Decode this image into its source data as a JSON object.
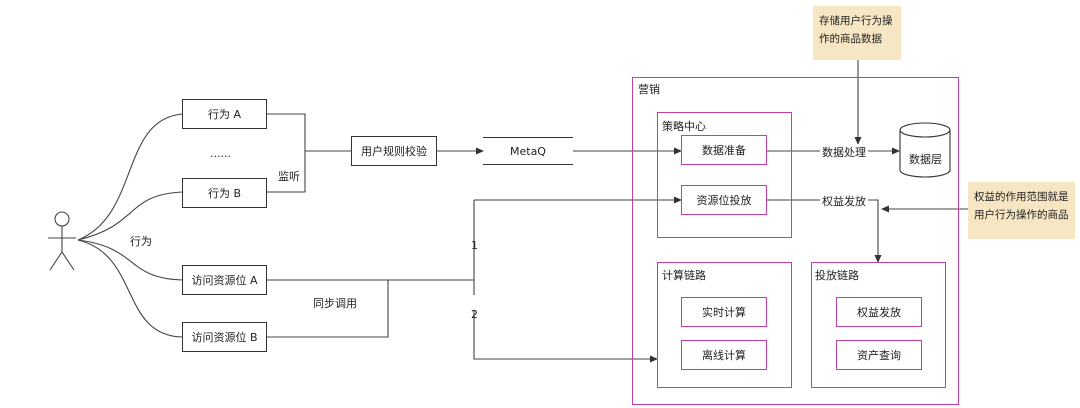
{
  "actor_label": "行为",
  "behaviors": [
    "行为 A",
    "......",
    "行为 B"
  ],
  "listen_label": "监听",
  "visits": [
    "访问资源位 A",
    "访问资源位 B"
  ],
  "sync_call_label": "同步调用",
  "rule_check": "用户规则校验",
  "metaq": "MetaQ",
  "marketing": {
    "title": "营销",
    "strategy": {
      "title": "策略中心",
      "items": [
        "数据准备",
        "资源位投放"
      ]
    },
    "compute": {
      "title": "计算链路",
      "items": [
        "实时计算",
        "离线计算"
      ]
    },
    "delivery": {
      "title": "投放链路",
      "items": [
        "权益发放",
        "资产查询"
      ]
    }
  },
  "data_process_label": "数据处理",
  "rights_issue_label": "权益发放",
  "data_layer": "数据层",
  "route_numbers": [
    "1",
    "2"
  ],
  "note_top": [
    "存储用户行为操",
    "作的商品数据"
  ],
  "note_right": [
    "权益的作用范围就是",
    "用户行为操作的商品"
  ]
}
